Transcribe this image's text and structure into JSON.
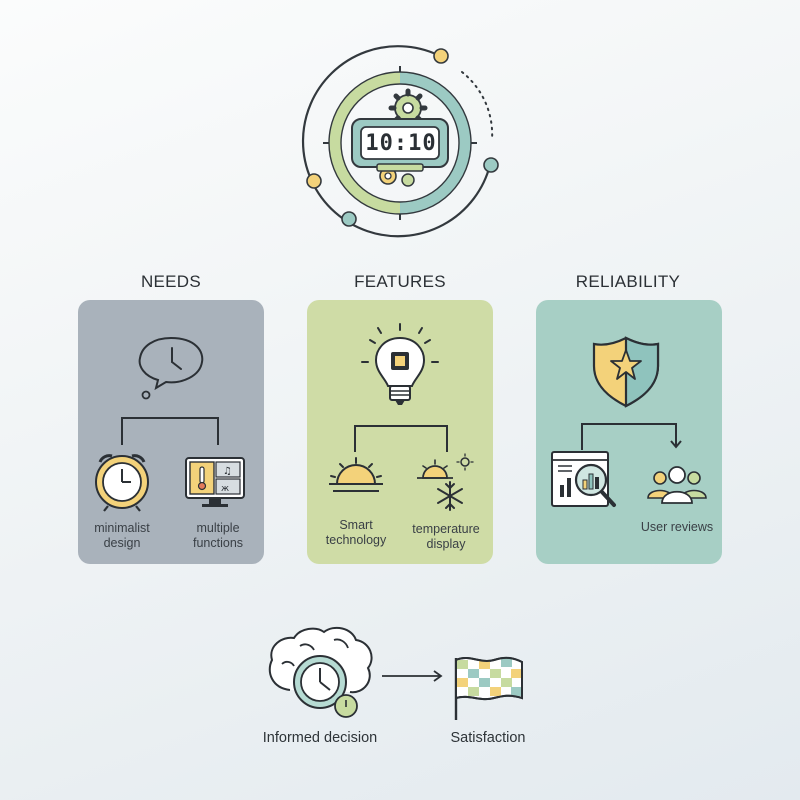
{
  "hero": {
    "clock_display": "10:10",
    "icon": "digital-clock-icon"
  },
  "columns": [
    {
      "heading": "NEEDS",
      "top_icon": "speech-bubble-clock-icon",
      "items": [
        {
          "label": "minimalist design",
          "lines": [
            "minimalist",
            "design"
          ],
          "icon": "alarm-clock-icon"
        },
        {
          "label": "multiple functions",
          "lines": [
            "multiple",
            "functions"
          ],
          "icon": "multi-function-display-icon"
        }
      ],
      "color": "#a9b2bb"
    },
    {
      "heading": "FEATURES",
      "top_icon": "lightbulb-chip-icon",
      "items": [
        {
          "label": "Smart technology",
          "lines": [
            "Smart",
            "technology"
          ],
          "icon": "sunrise-icon"
        },
        {
          "label": "temperature display",
          "lines": [
            "temperature",
            "display"
          ],
          "icon": "sun-snowflake-icon"
        }
      ],
      "color": "#cfdca6"
    },
    {
      "heading": "RELIABILITY",
      "top_icon": "shield-star-icon",
      "items": [
        {
          "label": "",
          "lines": [],
          "icon": "magnifier-report-icon"
        },
        {
          "label": "User reviews",
          "lines": [
            "User reviews"
          ],
          "icon": "users-group-icon"
        }
      ],
      "color": "#a7cfc5"
    }
  ],
  "flow": {
    "start_label": "Informed decision",
    "start_icon": "brain-clock-icon",
    "end_label": "Satisfaction",
    "end_icon": "checkered-flag-icon",
    "arrow_icon": "arrow-right-icon"
  },
  "colors": {
    "teal": "#8fc3bd",
    "yellow": "#f3d27a",
    "green": "#c7dba0",
    "outline": "#33393e",
    "dark": "#2b3035"
  }
}
